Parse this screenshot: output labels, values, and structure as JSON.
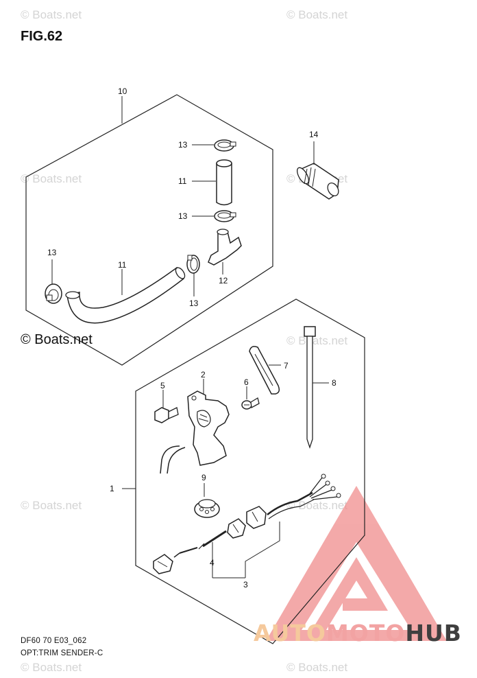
{
  "figure": {
    "title": "FIG.62",
    "code": "DF60 70 E03_062",
    "caption": "OPT:TRIM SENDER-C"
  },
  "watermark": {
    "text": "© Boats.net",
    "main_text": "© Boats.net"
  },
  "brand": {
    "part1": "AUTO",
    "part2": "MOTO",
    "part3": "HUB",
    "colors": {
      "auto": "#f5c99c",
      "moto": "#f2a3a3",
      "hub": "#3f3f3f",
      "logo_triangle": "#f08d8d"
    }
  },
  "callouts": {
    "c1": "1",
    "c2": "2",
    "c3": "3",
    "c4": "4",
    "c5": "5",
    "c6": "6",
    "c7": "7",
    "c8": "8",
    "c9": "9",
    "c10": "10",
    "c11a": "11",
    "c11b": "11",
    "c12": "12",
    "c13a": "13",
    "c13b": "13",
    "c13c": "13",
    "c13d": "13",
    "c14": "14"
  }
}
